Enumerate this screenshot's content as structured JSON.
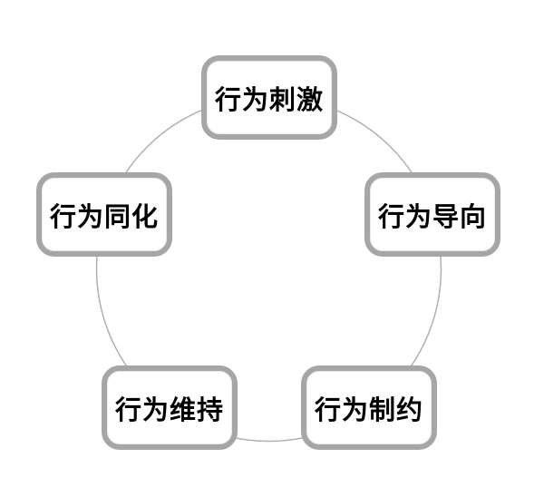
{
  "diagram": {
    "type": "cycle",
    "description": "Five-stage behavior cycle diagram: five rounded boxes placed on a circle",
    "nodes": [
      {
        "id": "top",
        "label": "行为刺激",
        "position": "top"
      },
      {
        "id": "right",
        "label": "行为导向",
        "position": "right"
      },
      {
        "id": "bottom-right",
        "label": "行为制约",
        "position": "bottom-right"
      },
      {
        "id": "bottom-left",
        "label": "行为维持",
        "position": "bottom-left"
      },
      {
        "id": "left",
        "label": "行为同化",
        "position": "left"
      }
    ],
    "colors": {
      "background": "#ffffff",
      "box_border": "#a6a6a6",
      "box_fill": "#ffffff",
      "circle_stroke": "#b0b0b0",
      "text": "#000000"
    }
  }
}
